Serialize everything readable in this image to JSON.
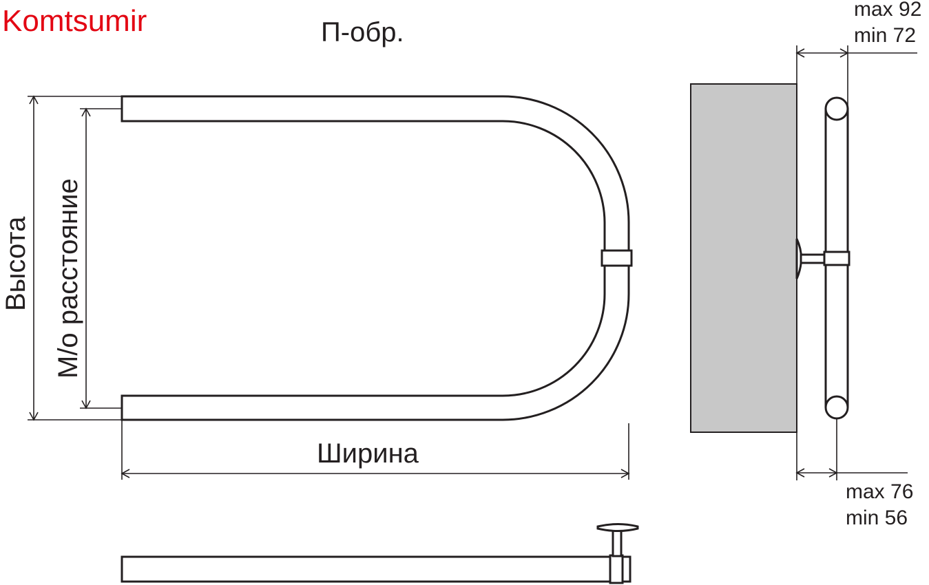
{
  "brand": {
    "name": "Komtsumir",
    "color": "#e30613"
  },
  "title": "П-обр.",
  "front_view": {
    "labels": {
      "height": "Высота",
      "center_distance": "М/о расстояние",
      "width": "Ширина"
    }
  },
  "side_view": {
    "top_dimension": {
      "max": "max 92",
      "min": "min 72"
    },
    "bottom_dimension": {
      "max": "max 76",
      "min": "min 56"
    },
    "wall_color": "#c8c8c8"
  },
  "colors": {
    "line": "#231f20",
    "background": "#ffffff"
  }
}
